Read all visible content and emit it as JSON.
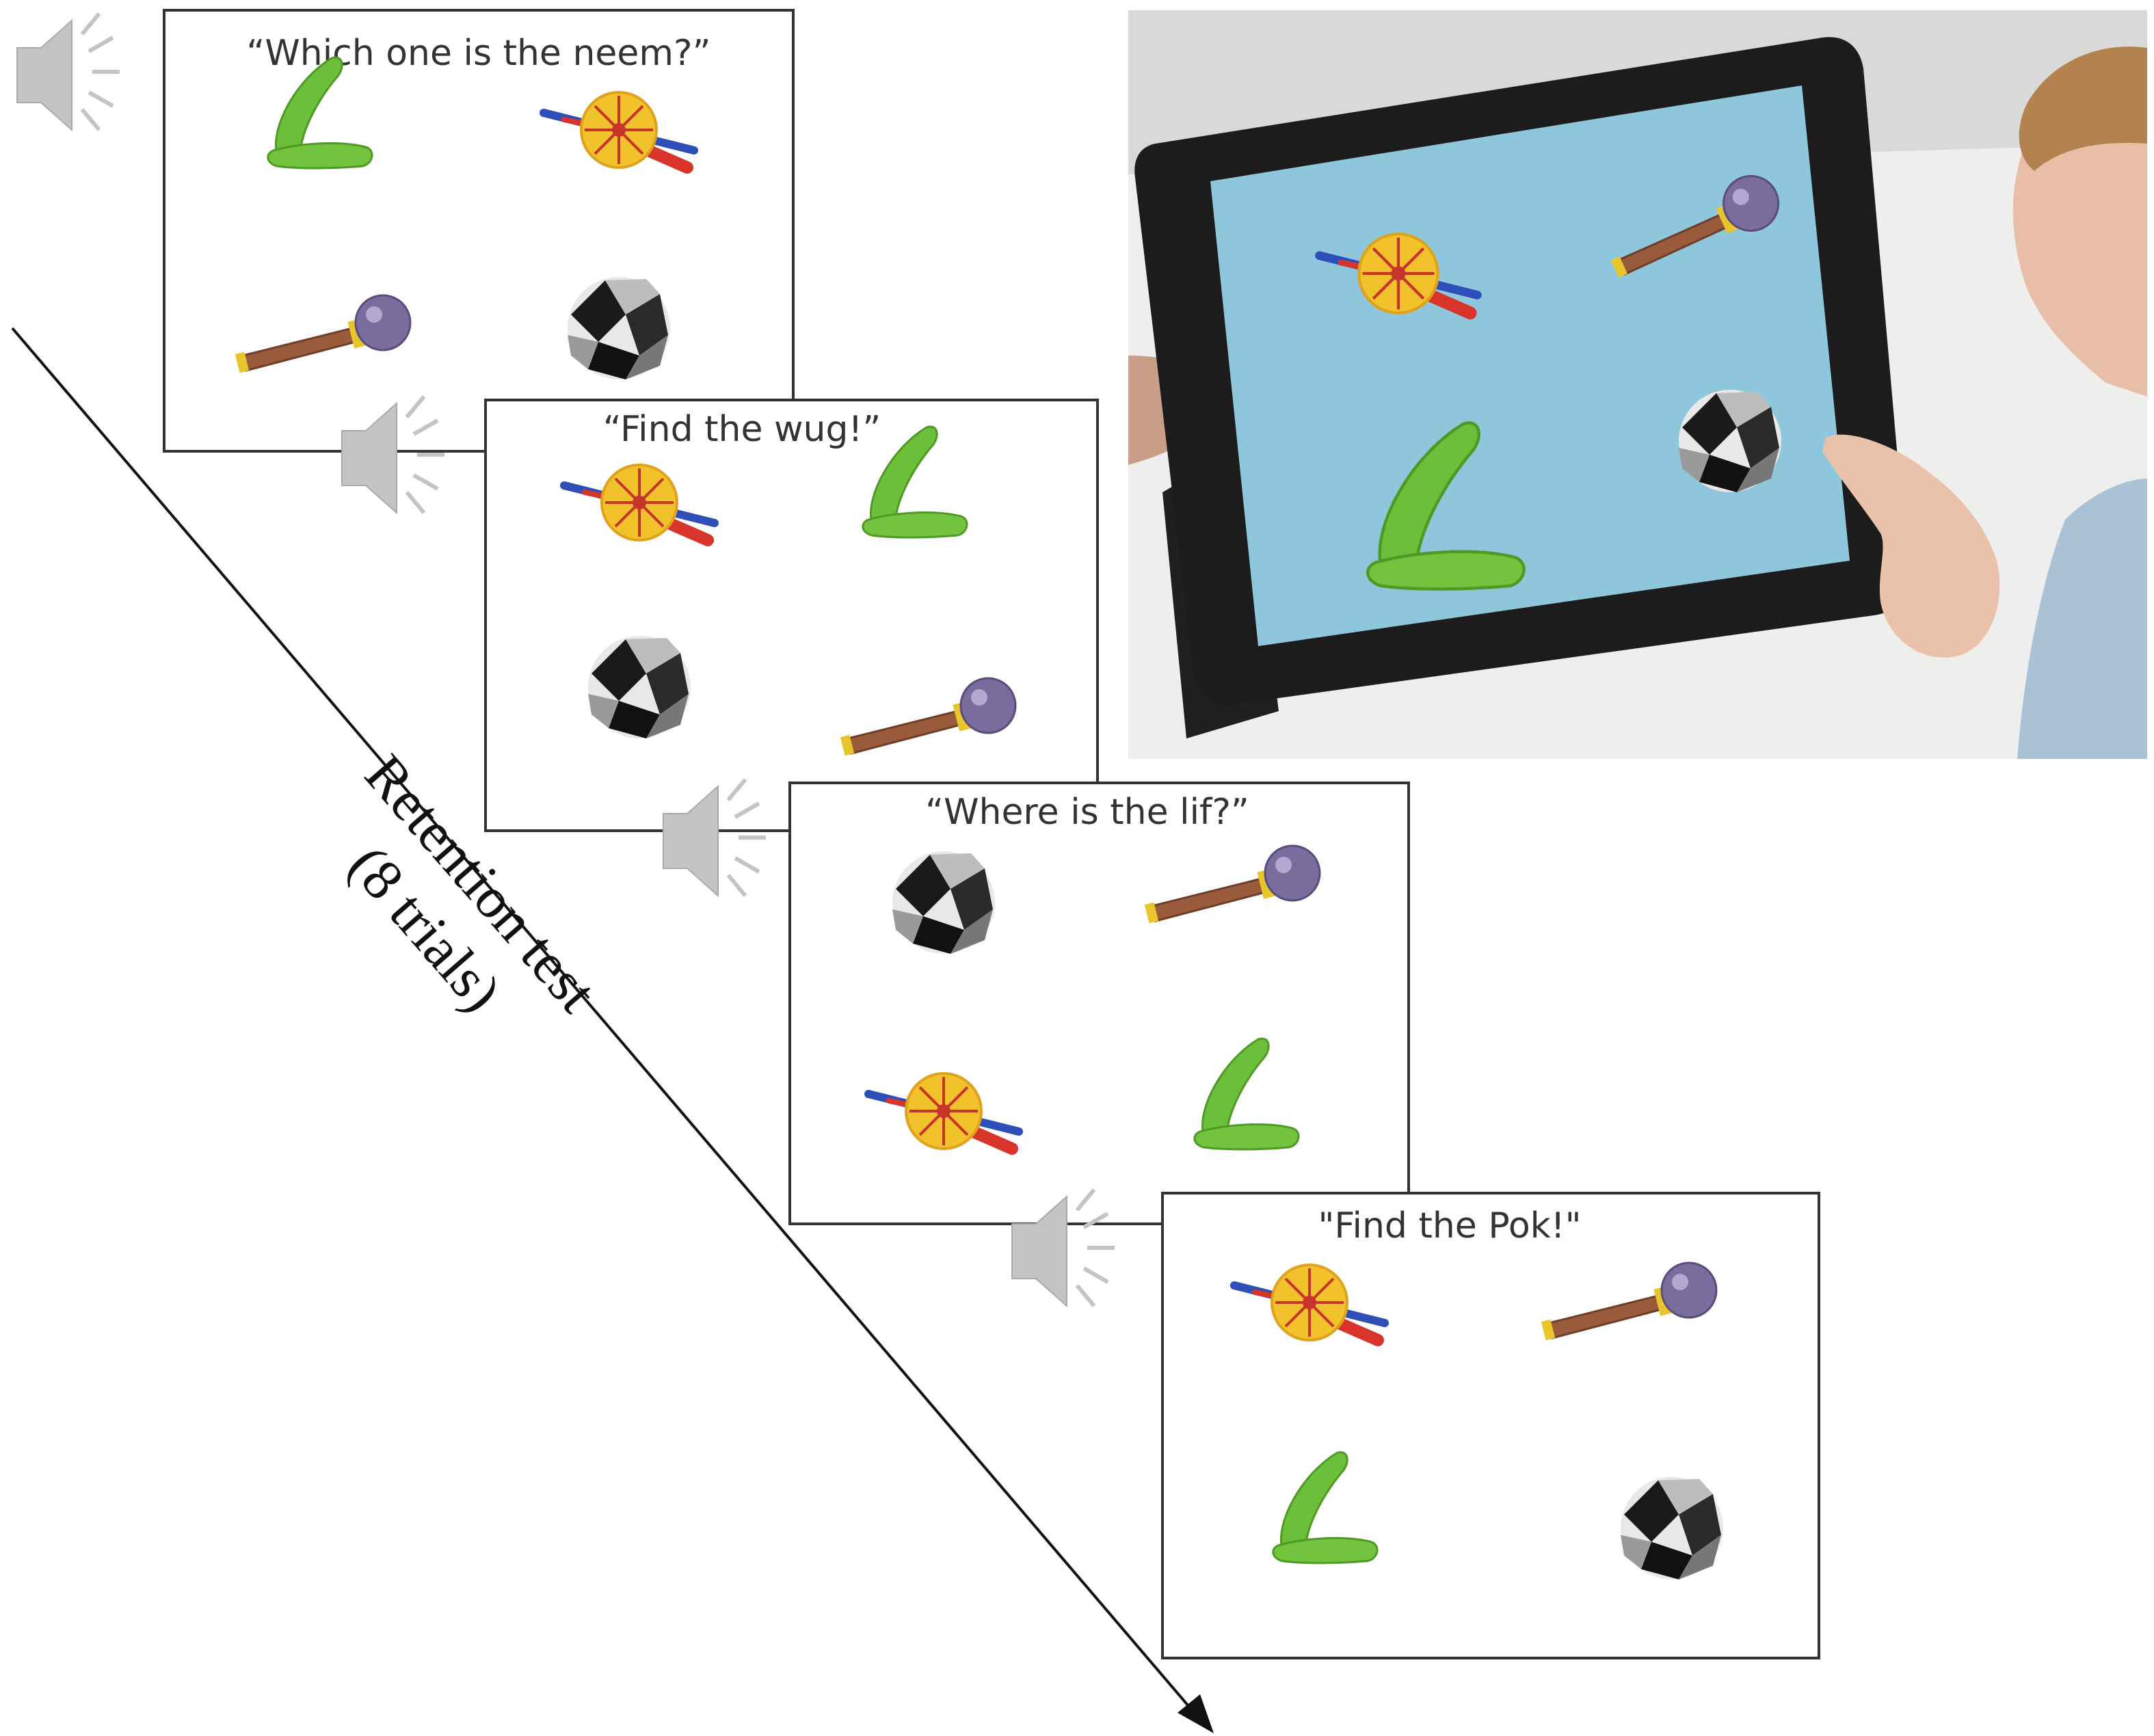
{
  "axis": {
    "label_line1": "Retention test",
    "label_line2": "(8 trials)"
  },
  "trials": [
    {
      "prompt": "“Which one is the neem?”",
      "objects": [
        "green-bent-object",
        "spinner-object",
        "mallet-object",
        "checkered-ball-object"
      ]
    },
    {
      "prompt": "“Find the wug!”",
      "objects": [
        "spinner-object",
        "green-bent-object",
        "checkered-ball-object",
        "mallet-object"
      ]
    },
    {
      "prompt": "“Where is the lif?”",
      "objects": [
        "checkered-ball-object",
        "mallet-object",
        "spinner-object",
        "green-bent-object"
      ]
    },
    {
      "prompt": "\"Find the Pok!\"",
      "objects": [
        "spinner-object",
        "mallet-object",
        "green-bent-object",
        "checkered-ball-object"
      ]
    }
  ],
  "icons": {
    "speaker": "speaker-icon",
    "photo": "child-using-tablet-photo"
  },
  "colors": {
    "tablet_screen": "#8ec6dc",
    "object_green": "#6cbf3a",
    "spinner_yellow": "#f2c22c",
    "mallet_shaft": "#9a5a3c",
    "mallet_head": "#7a6c9c",
    "speaker_gray": "#bdbdbd"
  }
}
